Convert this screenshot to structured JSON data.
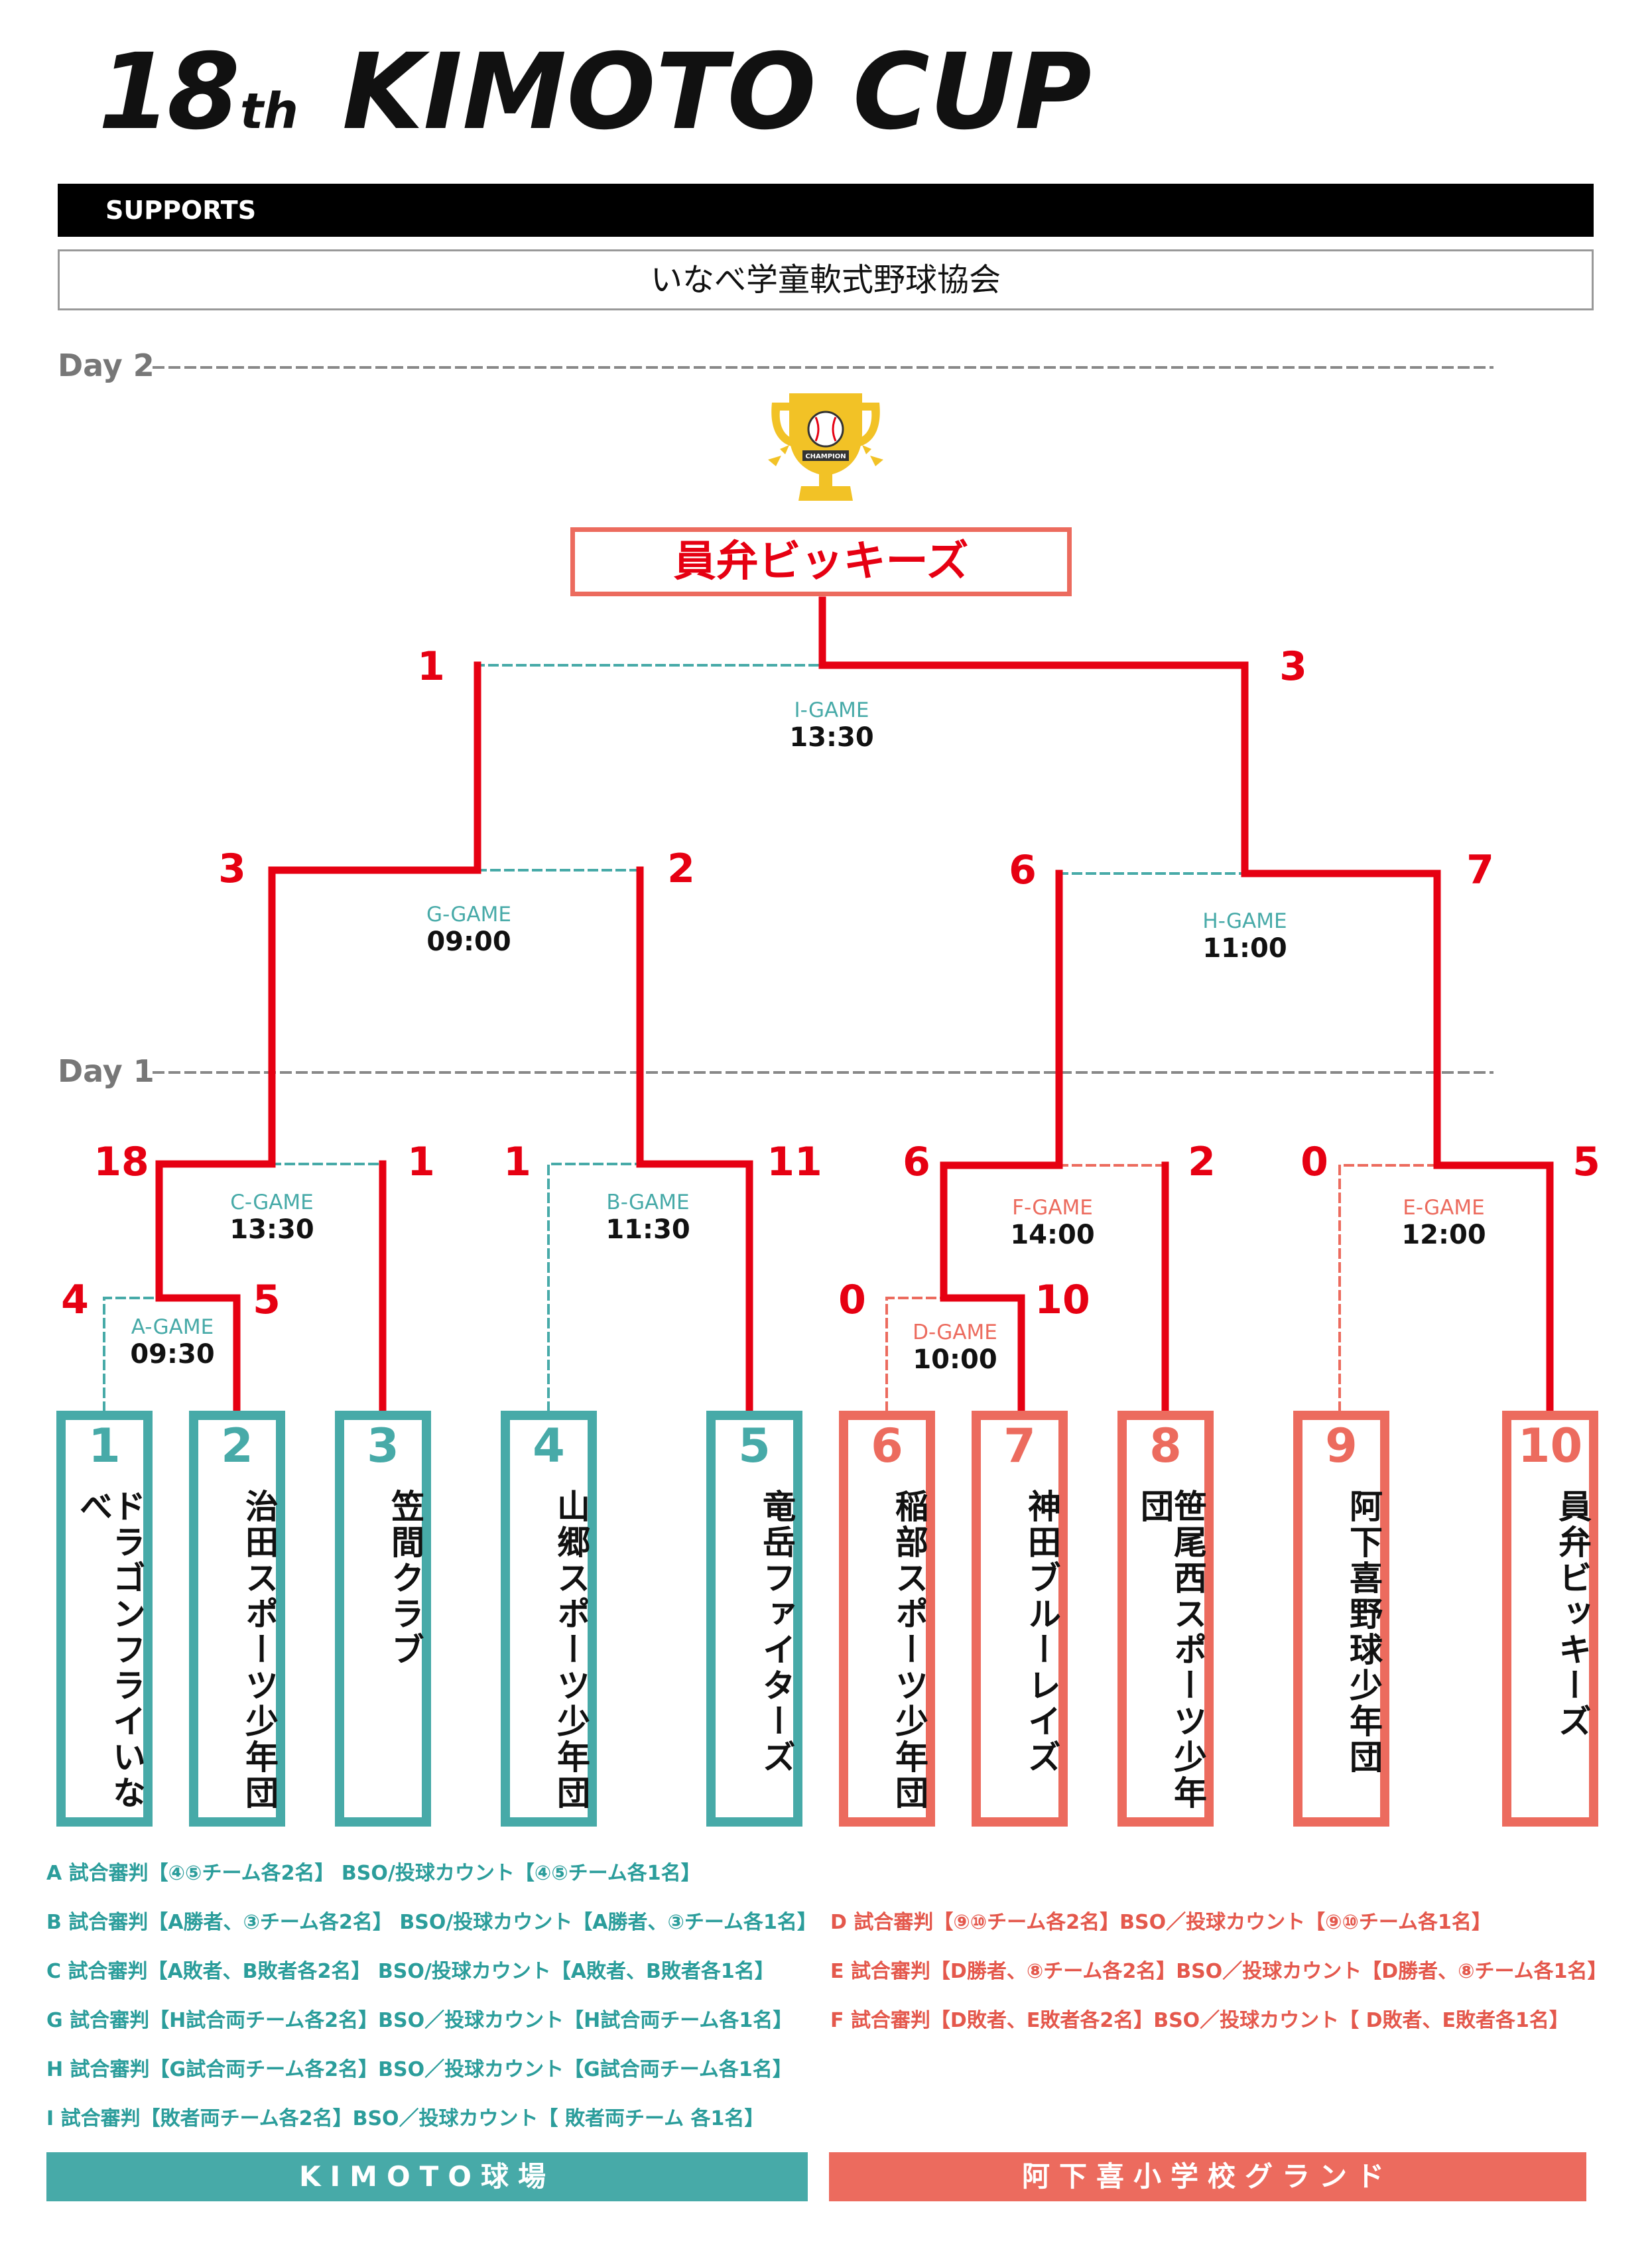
{
  "title": {
    "number": "18",
    "suffix": "th",
    "name": "KIMOTO CUP"
  },
  "supports": {
    "label": "SUPPORTS",
    "association": "いなべ学童軟式野球協会"
  },
  "days": {
    "day2": "Day 2",
    "day1": "Day 1"
  },
  "trophy": {
    "icon": "trophy-icon",
    "text": "CHAMPION"
  },
  "champion": "員弁ビッキーズ",
  "colors": {
    "teal": "#47aaa8",
    "coral": "#ec6b5e",
    "red": "#e60012"
  },
  "games": [
    {
      "label": "I-GAME",
      "time": "13:30",
      "score_left": "1",
      "score_right": "3"
    },
    {
      "label": "G-GAME",
      "time": "09:00",
      "score_left": "3",
      "score_right": "2"
    },
    {
      "label": "H-GAME",
      "time": "11:00",
      "score_left": "6",
      "score_right": "7"
    },
    {
      "label": "C-GAME",
      "time": "13:30",
      "score_left": "18",
      "score_right": "1"
    },
    {
      "label": "B-GAME",
      "time": "11:30",
      "score_left": "1",
      "score_right": "11"
    },
    {
      "label": "F-GAME",
      "time": "14:00",
      "score_left": "6",
      "score_right": "2"
    },
    {
      "label": "E-GAME",
      "time": "12:00",
      "score_left": "0",
      "score_right": "5"
    },
    {
      "label": "A-GAME",
      "time": "09:30",
      "score_left": "4",
      "score_right": "5"
    },
    {
      "label": "D-GAME",
      "time": "10:00",
      "score_left": "0",
      "score_right": "10"
    }
  ],
  "teams": [
    {
      "num": "1",
      "name": "ドラゴンフライいなべ"
    },
    {
      "num": "2",
      "name": "治田スポーツ少年団"
    },
    {
      "num": "3",
      "name": "笠間クラブ"
    },
    {
      "num": "4",
      "name": "山郷スポーツ少年団"
    },
    {
      "num": "5",
      "name": "竜岳ファイターズ"
    },
    {
      "num": "6",
      "name": "稲部スポーツ少年団"
    },
    {
      "num": "7",
      "name": "神田ブルーレイズ"
    },
    {
      "num": "8",
      "name": "笹尾西スポーツ少年団"
    },
    {
      "num": "9",
      "name": "阿下喜野球少年団"
    },
    {
      "num": "10",
      "name": "員弁ビッキーズ"
    }
  ],
  "notes_left": [
    "A 試合審判【④⑤チーム各2名】 BSO/投球カウント【④⑤チーム各1名】",
    "B 試合審判【A勝者、③チーム各2名】 BSO/投球カウント【A勝者、③チーム各1名】",
    "C 試合審判【A敗者、B敗者各2名】 BSO/投球カウント【A敗者、B敗者各1名】",
    "G 試合審判【H試合両チーム各2名】BSO／投球カウント【H試合両チーム各1名】",
    "H 試合審判【G試合両チーム各2名】BSO／投球カウント【G試合両チーム各1名】",
    "I 試合審判【敗者両チーム各2名】BSO／投球カウント【 敗者両チーム 各1名】"
  ],
  "notes_right": [
    "D 試合審判【⑨⑩チーム各2名】BSO／投球カウント【⑨⑩チーム各1名】",
    "E 試合審判【D勝者、⑧チーム各2名】BSO／投球カウント【D勝者、⑧チーム各1名】",
    "F 試合審判【D敗者、E敗者各2名】BSO／投球カウント【 D敗者、E敗者各1名】"
  ],
  "venues": {
    "left": "KIMOTO球場",
    "right": "阿下喜小学校グランド"
  }
}
